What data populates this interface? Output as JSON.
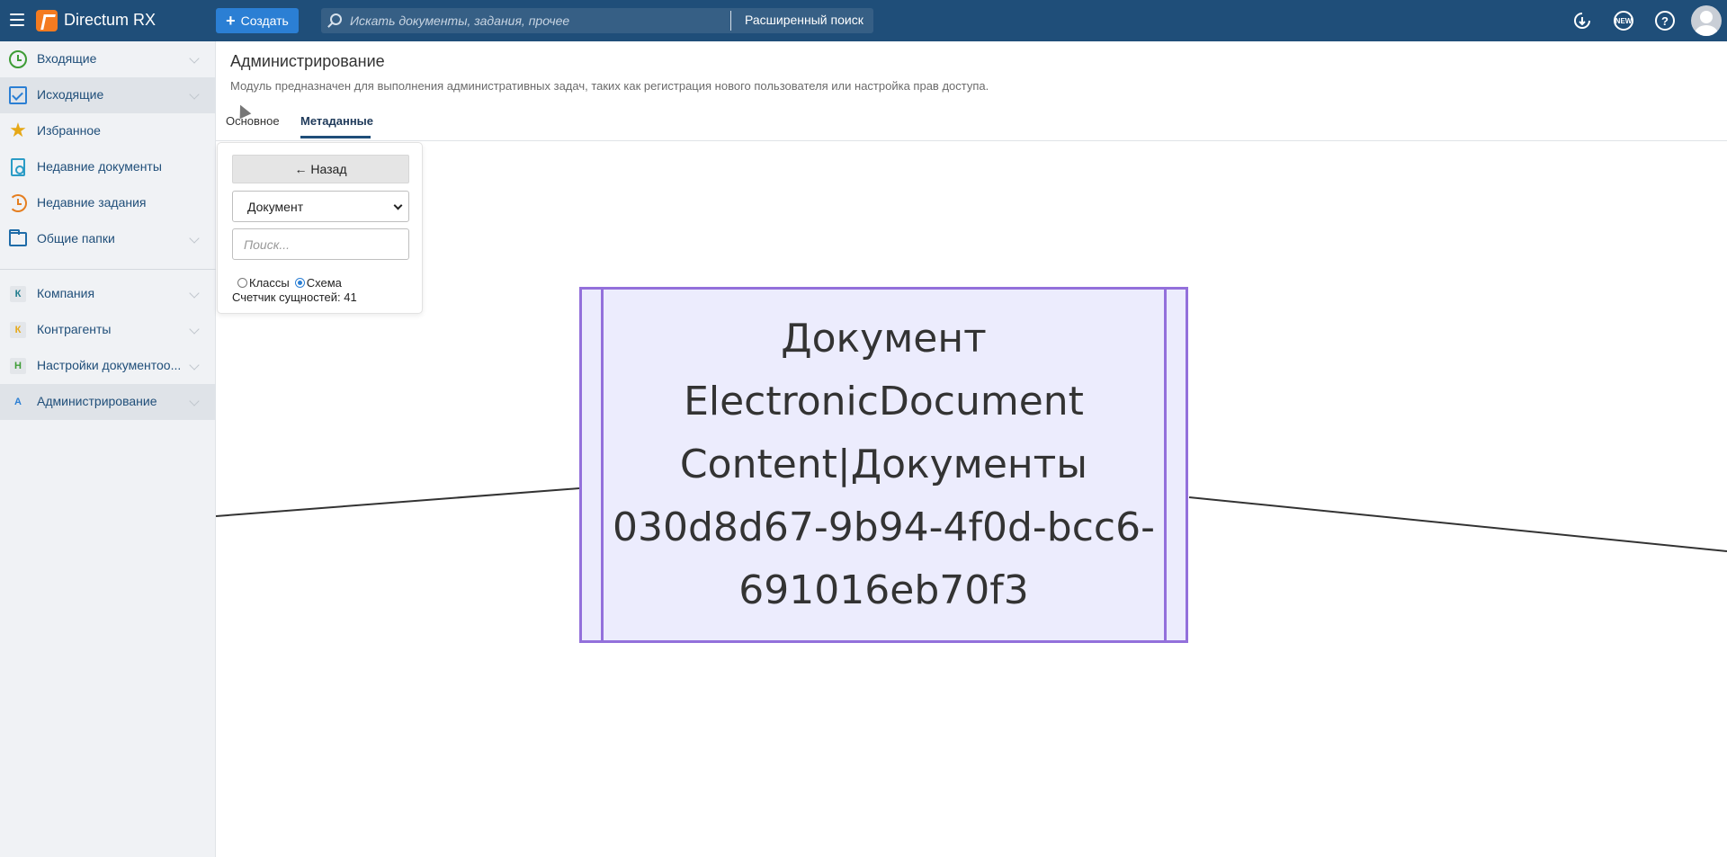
{
  "app": {
    "title": "Directum RX"
  },
  "topbar": {
    "create_label": "Создать",
    "search_placeholder": "Искать документы, задания, прочее",
    "advanced_search_label": "Расширенный поиск",
    "new_badge": "NEW",
    "help_glyph": "?"
  },
  "sidebar": {
    "items": [
      {
        "label": "Входящие",
        "icon": "clock-icon"
      },
      {
        "label": "Исходящие",
        "icon": "checkbox-icon"
      },
      {
        "label": "Избранное",
        "icon": "star-icon"
      },
      {
        "label": "Недавние документы",
        "icon": "recent-documents-icon"
      },
      {
        "label": "Недавние задания",
        "icon": "recent-tasks-icon"
      },
      {
        "label": "Общие папки",
        "icon": "folder-icon"
      },
      {
        "label": "Компания",
        "icon": "letter-k-icon",
        "letter": "К"
      },
      {
        "label": "Контрагенты",
        "icon": "letter-k-icon",
        "letter": "К"
      },
      {
        "label": "Настройки документоо...",
        "icon": "letter-h-icon",
        "letter": "Н"
      },
      {
        "label": "Администрирование",
        "icon": "letter-a-icon",
        "letter": "А"
      }
    ]
  },
  "main": {
    "title": "Администрирование",
    "description": "Модуль предназначен для выполнения административных задач, таких как регистрация нового пользователя или настройка прав доступа.",
    "tabs": [
      {
        "label": "Основное"
      },
      {
        "label": "Метаданные"
      }
    ]
  },
  "panel": {
    "back_label": "← Назад",
    "selected_type": "Документ",
    "search_placeholder": "Поиск...",
    "radio_classes": "Классы",
    "radio_schema": "Схема",
    "counter": "Счетчик сущностей: 41"
  },
  "diagram": {
    "entity_lines": [
      "Документ",
      "ElectronicDocument",
      "Content|Документы",
      "030d8d67-9b94-4f0d-bcc6-",
      "691016eb70f3"
    ],
    "colors": {
      "box_fill": "#ececfd",
      "box_border": "#9370db"
    }
  }
}
